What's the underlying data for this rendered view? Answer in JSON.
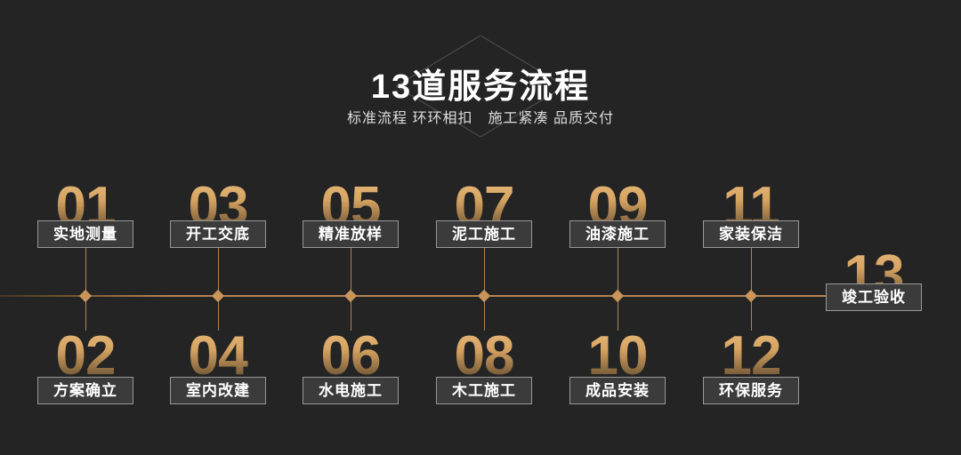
{
  "page": {
    "title": "13道服务流程",
    "subtitle": "标准流程 环环相扣　施工紧凑 品质交付"
  },
  "steps": [
    {
      "num": "01",
      "label": "实地测量"
    },
    {
      "num": "02",
      "label": "方案确立"
    },
    {
      "num": "03",
      "label": "开工交底"
    },
    {
      "num": "04",
      "label": "室内改建"
    },
    {
      "num": "05",
      "label": "精准放样"
    },
    {
      "num": "06",
      "label": "水电施工"
    },
    {
      "num": "07",
      "label": "泥工施工"
    },
    {
      "num": "08",
      "label": "木工施工"
    },
    {
      "num": "09",
      "label": "油漆施工"
    },
    {
      "num": "10",
      "label": "成品安装"
    },
    {
      "num": "11",
      "label": "家装保洁"
    },
    {
      "num": "12",
      "label": "环保服务"
    },
    {
      "num": "13",
      "label": "竣工验收"
    }
  ],
  "colors": {
    "background": "#242424",
    "gold_line": "#b5834e",
    "gold_number_top": "#e7b97a",
    "gold_number_bottom": "#4e3d28",
    "box_background": "#3b3b3b",
    "box_border": "#989898",
    "title_text": "#ffffff",
    "subtitle_text": "#dcdcdc"
  }
}
